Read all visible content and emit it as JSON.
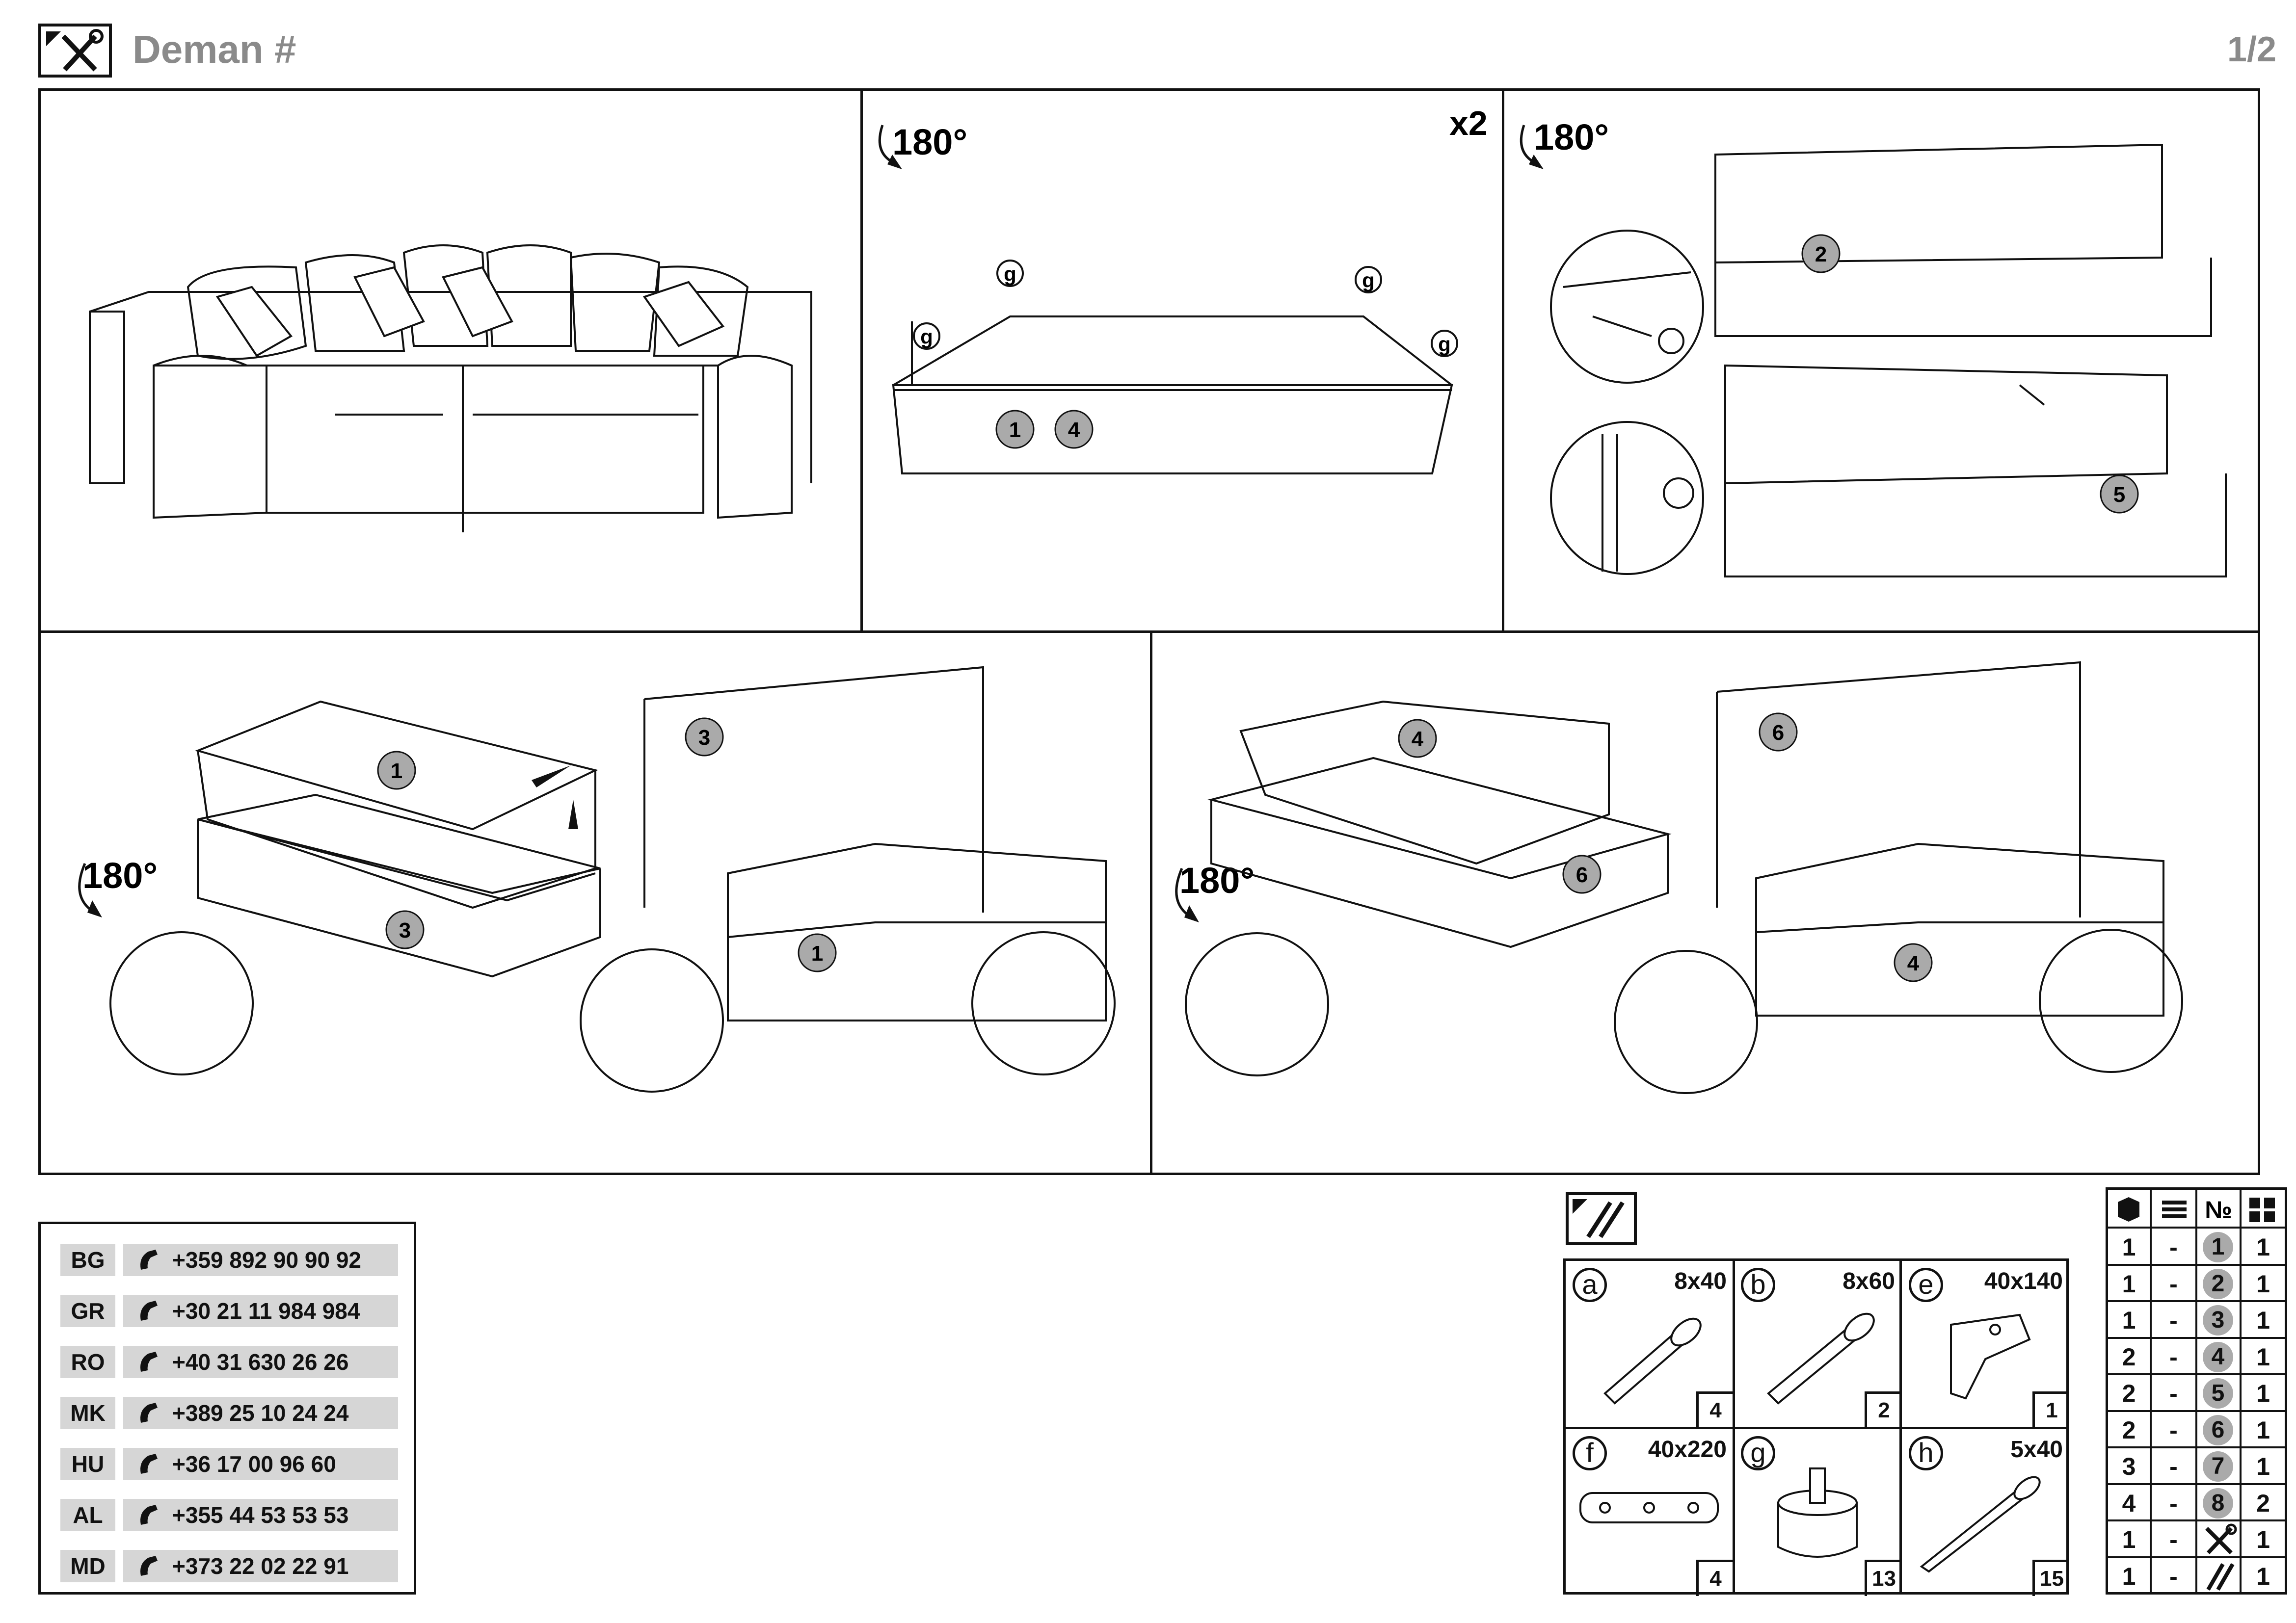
{
  "header": {
    "title": "Deman #",
    "page": "1/2"
  },
  "steps": {
    "step2": {
      "rotation": "180°",
      "multiplier": "x2",
      "foot_label": "g",
      "parts": [
        "1",
        "4"
      ]
    },
    "step3": {
      "rotation": "180°",
      "parts": [
        "2",
        "5"
      ]
    },
    "step4": {
      "rotation": "180°",
      "parts": [
        "1",
        "3",
        "3",
        "1"
      ]
    },
    "step5": {
      "rotation": "180°",
      "parts": [
        "4",
        "6",
        "6",
        "4"
      ]
    }
  },
  "contacts": [
    {
      "code": "BG",
      "phone": "+359 892 90 90 92"
    },
    {
      "code": "GR",
      "phone": "+30 21 11 984 984"
    },
    {
      "code": "RO",
      "phone": "+40 31 630 26 26"
    },
    {
      "code": "MK",
      "phone": "+389 25 10 24 24"
    },
    {
      "code": "HU",
      "phone": "+36 17 00 96 60"
    },
    {
      "code": "AL",
      "phone": "+355 44 53 53 53"
    },
    {
      "code": "MD",
      "phone": "+373 22 02 22 91"
    }
  ],
  "hardware": [
    {
      "letter": "a",
      "size": "8x40",
      "qty": "4",
      "icon": "screw-icon"
    },
    {
      "letter": "b",
      "size": "8x60",
      "qty": "2",
      "icon": "screw-icon"
    },
    {
      "letter": "e",
      "size": "40x140",
      "qty": "1",
      "icon": "bracket-icon"
    },
    {
      "letter": "f",
      "size": "40x220",
      "qty": "4",
      "icon": "connector-plate-icon"
    },
    {
      "letter": "g",
      "size": "",
      "qty": "13",
      "icon": "foot-icon"
    },
    {
      "letter": "h",
      "size": "5x40",
      "qty": "15",
      "icon": "wood-screw-icon"
    }
  ],
  "parts_table": {
    "header_icons": [
      "box-icon",
      "stack-icon",
      "number-sign",
      "grid-icon"
    ],
    "number_sign": "№",
    "rows": [
      {
        "boxes": "1",
        "dash": "-",
        "part": "1",
        "qty": "1"
      },
      {
        "boxes": "1",
        "dash": "-",
        "part": "2",
        "qty": "1"
      },
      {
        "boxes": "1",
        "dash": "-",
        "part": "3",
        "qty": "1"
      },
      {
        "boxes": "2",
        "dash": "-",
        "part": "4",
        "qty": "1"
      },
      {
        "boxes": "2",
        "dash": "-",
        "part": "5",
        "qty": "1"
      },
      {
        "boxes": "2",
        "dash": "-",
        "part": "6",
        "qty": "1"
      },
      {
        "boxes": "3",
        "dash": "-",
        "part": "7",
        "qty": "1"
      },
      {
        "boxes": "4",
        "dash": "-",
        "part": "8",
        "qty": "2"
      },
      {
        "boxes": "1",
        "dash": "-",
        "part": "",
        "qty": "1",
        "icon": "tools-icon"
      },
      {
        "boxes": "1",
        "dash": "-",
        "part": "",
        "qty": "1",
        "icon": "hardware-pack-icon"
      }
    ]
  }
}
